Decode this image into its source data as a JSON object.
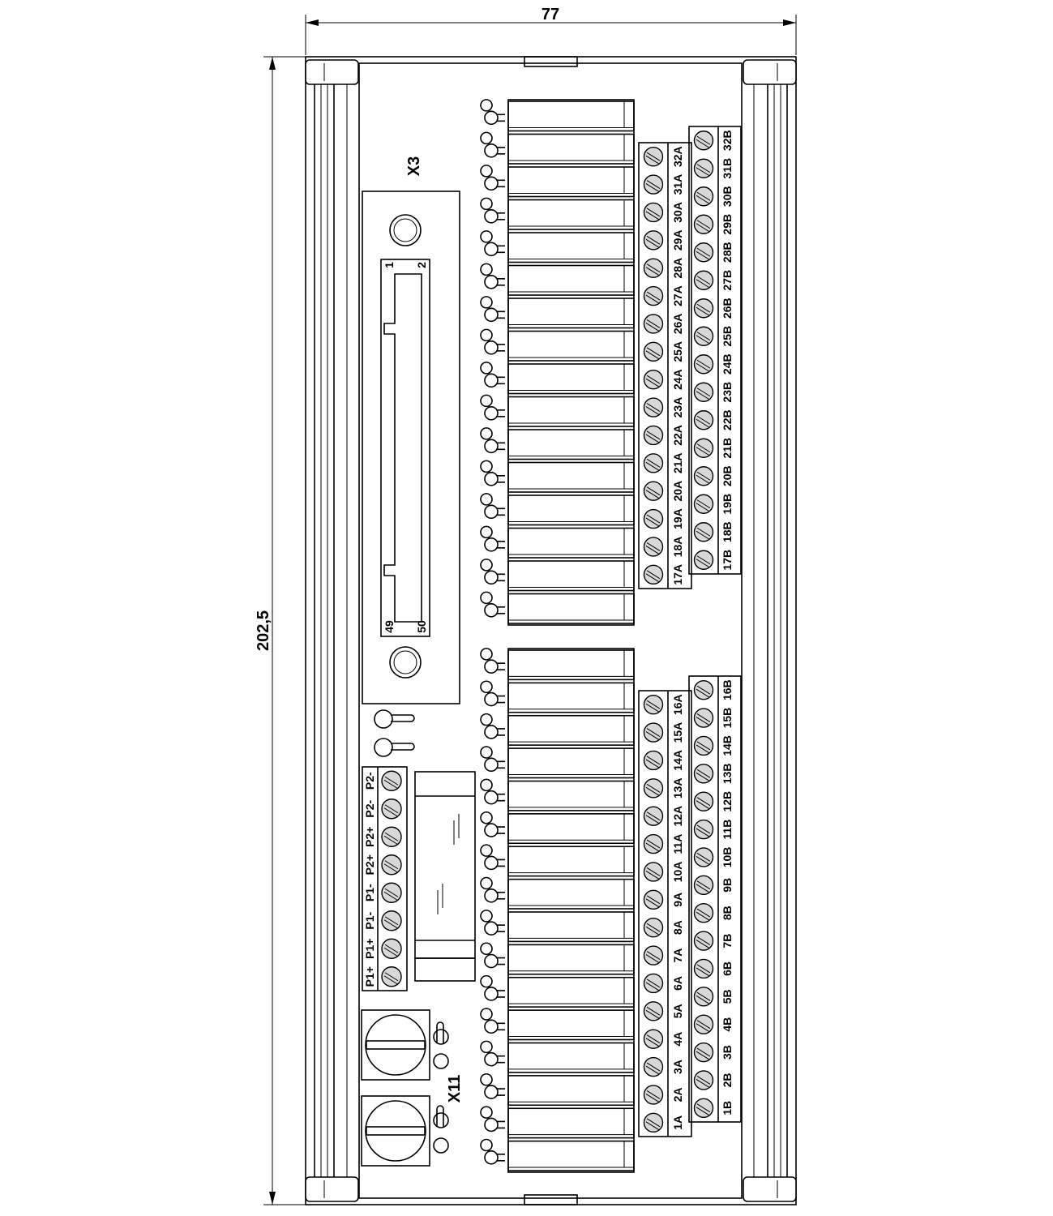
{
  "dimensions": {
    "width_label": "77",
    "height_label": "202,5"
  },
  "connectors": {
    "x3_label": "X3",
    "x11_label": "X11",
    "x3_pin_1": "1",
    "x3_pin_2": "2",
    "x3_pin_49": "49",
    "x3_pin_50": "50"
  },
  "terminals": {
    "upper_a": [
      "17A",
      "18A",
      "19A",
      "20A",
      "21A",
      "22A",
      "23A",
      "24A",
      "25A",
      "26A",
      "27A",
      "28A",
      "29A",
      "30A",
      "31A",
      "32A"
    ],
    "upper_b": [
      "17B",
      "18B",
      "19B",
      "20B",
      "21B",
      "22B",
      "23B",
      "24B",
      "25B",
      "26B",
      "27B",
      "28B",
      "29B",
      "30B",
      "31B",
      "32B"
    ],
    "lower_a": [
      "1A",
      "2A",
      "3A",
      "4A",
      "5A",
      "6A",
      "7A",
      "8A",
      "9A",
      "10A",
      "11A",
      "12A",
      "13A",
      "14A",
      "15A",
      "16A"
    ],
    "lower_b": [
      "1B",
      "2B",
      "3B",
      "4B",
      "5B",
      "6B",
      "7B",
      "8B",
      "9B",
      "10B",
      "11B",
      "12B",
      "13B",
      "14B",
      "15B",
      "16B"
    ],
    "power": [
      "P1+",
      "P1+",
      "P1-",
      "P1-",
      "P2+",
      "P2+",
      "P2-",
      "P2-"
    ]
  },
  "colors": {
    "line": "#000000",
    "background": "#ffffff",
    "screw_fill": "#d8d8d8"
  }
}
